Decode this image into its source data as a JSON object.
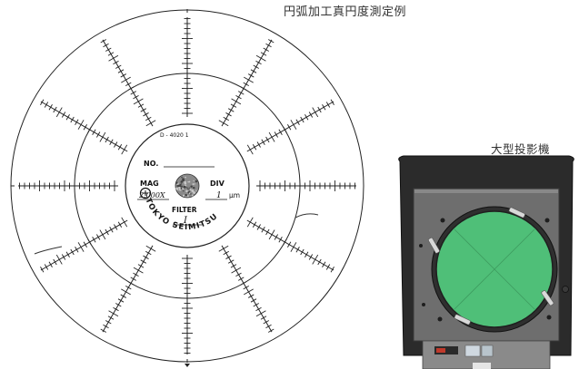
{
  "captions": {
    "chart_title": "円弧加工真円度測定例",
    "projector_label": "大型投影機"
  },
  "chart_card": {
    "code": "D - 4020   1",
    "no_label": "NO.",
    "mag_label": "MAG",
    "mag_value": "2,000X",
    "div_label": "DIV",
    "div_value": "1",
    "div_unit": "μm",
    "filter_label": "FILTER",
    "filter_value": "I",
    "brand": "TOKYO SEIMITSU"
  },
  "colors": {
    "screen_green": "#4fbf78",
    "hood": "#2a2a2a",
    "body_grey": "#6f6f6f"
  }
}
